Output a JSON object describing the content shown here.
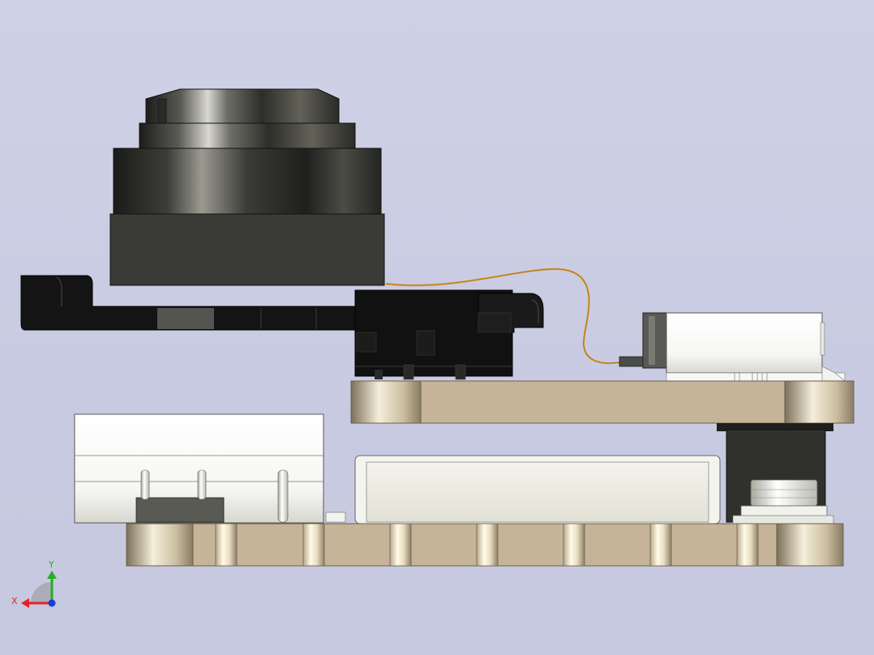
{
  "viewport": {
    "background": "#cdcfe4",
    "view": "front-xy"
  },
  "parts": {
    "top_cylinder": {
      "material": "dark-metal",
      "color": "#3a3a36"
    },
    "arm": {
      "color": "#141414"
    },
    "side_bracket": {
      "color": "#111111"
    },
    "cable": {
      "color": "#d89a32"
    },
    "connector_box": {
      "color": "#f6f6f6"
    },
    "upper_plate": {
      "color": "#c5b497"
    },
    "lower_block_left": {
      "color": "#f4f4f2"
    },
    "lower_block_center": {
      "color": "#e7e6dc"
    },
    "motor_mount": {
      "color": "#2f302c"
    },
    "base_plate": {
      "color": "#c5b497"
    }
  },
  "triad": {
    "x_label": "X",
    "y_label": "Y",
    "x_color": "#e52222",
    "y_color": "#22b022",
    "z_color": "#1a3fd0"
  }
}
